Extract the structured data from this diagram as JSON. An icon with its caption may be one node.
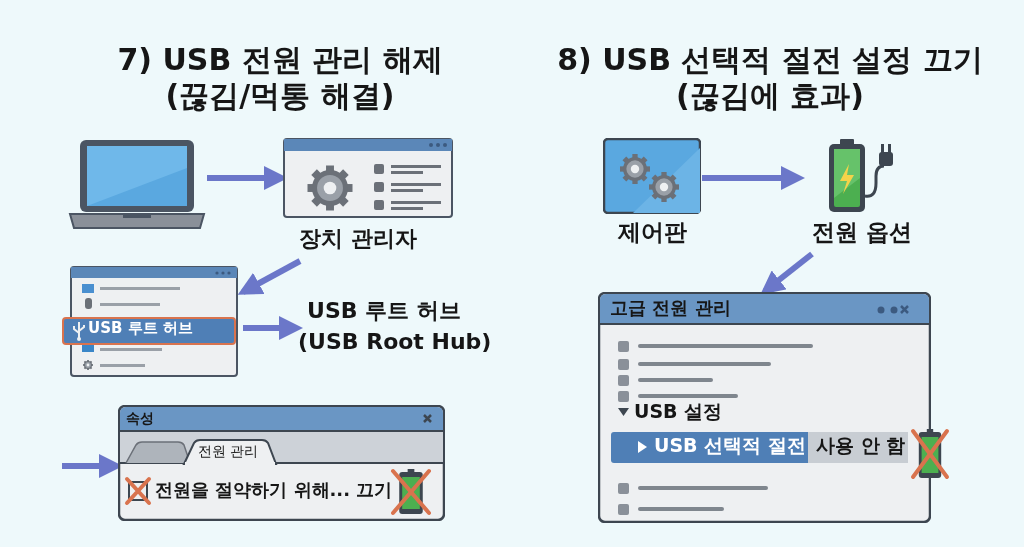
{
  "diagram": {
    "nodes": [
      {
        "text": [],
        "shape": "laptop"
      },
      {
        "text": [
          "장치 관리자"
        ]
      },
      {
        "text": [
          "USB 루트 허브"
        ]
      },
      {
        "text": [
          "USB 루트 허브",
          "(USB Root Hub)"
        ]
      },
      {
        "text": [
          "속성",
          "전원 관리",
          "전원을 절약하기 위해... 끄기"
        ]
      },
      {
        "text": [
          "제어판"
        ]
      },
      {
        "text": [
          "전원 옵션"
        ]
      },
      {
        "text": [
          "고급 전원 관리",
          "USB 설정",
          "USB 선택적 절전",
          "사용 안 함"
        ]
      }
    ],
    "edges": [
      {
        "from": 0,
        "to": 1,
        "arrow": "to"
      },
      {
        "from": 1,
        "to": 2,
        "arrow": "to"
      },
      {
        "from": 2,
        "to": 3,
        "arrow": "to"
      },
      {
        "from": null,
        "to": 4,
        "arrow": "to"
      },
      {
        "from": 5,
        "to": 6,
        "arrow": "to"
      },
      {
        "from": 6,
        "to": 7,
        "arrow": "to"
      }
    ],
    "labels": [
      "7) USB 전원 관리 해제 (끊김/먹통 해결)",
      "8) USB 선택적 절전 설정 끄기 (끊김에 효과)"
    ]
  }
}
